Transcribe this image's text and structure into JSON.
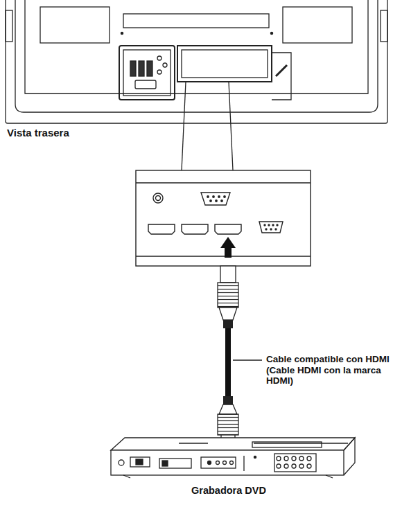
{
  "diagram": {
    "labels": [
      "Vista trasera",
      "Cable compatible con HDMI (Cable HDMI con la marca HDMI)",
      "Grabadora DVD"
    ]
  }
}
